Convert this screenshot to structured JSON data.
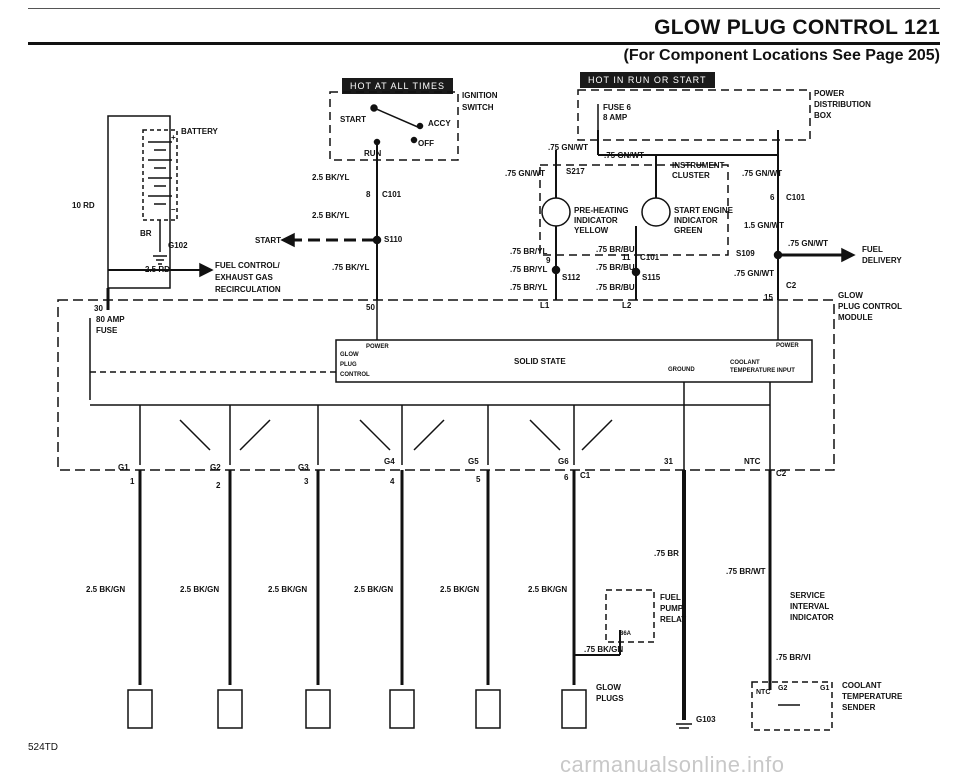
{
  "header": {
    "title": "GLOW PLUG CONTROL  121",
    "subtitle": "(For Component Locations See Page 205)"
  },
  "banners": {
    "hot_at_all_times": "HOT AT ALL TIMES",
    "hot_in_run_or_start": "HOT IN RUN OR START"
  },
  "labels": {
    "battery": "BATTERY",
    "battery_plus": "+",
    "battery_minus": "–",
    "wire_10rd": "10 RD",
    "br": "BR",
    "g102": "G102",
    "wire_25rd": "2.5 RD",
    "fuel_control_l1": "FUEL CONTROL/",
    "fuel_control_l2": "EXHAUST GAS",
    "fuel_control_l3": "RECIRCULATION",
    "ignition_l1": "IGNITION",
    "ignition_l2": "SWITCH",
    "start": "START",
    "accy": "ACCY",
    "run": "RUN",
    "off": "OFF",
    "wire_25bkyl_a": "2.5 BK/YL",
    "pin_8": "8",
    "c101_a": "C101",
    "wire_25bkyl_b": "2.5 BK/YL",
    "start_left": "START",
    "s110": "S110",
    "wire_75bkyl": ".75 BK/YL",
    "pin_50": "50",
    "fuse6": "FUSE 6",
    "amp8": "8 AMP",
    "power_dist_l1": "POWER",
    "power_dist_l2": "DISTRIBUTION",
    "power_dist_l3": "BOX",
    "wire_75gnwt_a": ".75 GN/WT",
    "wire_75gnwt_b": ".75 GN/WT",
    "wire_75gnwt_c": ".75 GN/WT",
    "s217": "S217",
    "instrument_l1": "INSTRUMENT",
    "instrument_l2": "CLUSTER",
    "wire_75gnwt_d": ".75 GN/WT",
    "pin_6": "6",
    "c101_b": "C101",
    "wire_15gnwt": "1.5 GN/WT",
    "preheat_l1": "PRE-HEATING",
    "preheat_l2": "INDICATOR",
    "preheat_l3": "YELLOW",
    "starteng_l1": "START ENGINE",
    "starteng_l2": "INDICATOR",
    "starteng_l3": "GREEN",
    "wire_75bryl_a": ".75 BR/YL",
    "wire_75brbu_a": ".75 BR/BU",
    "pin_9": "9",
    "pin_11": "11",
    "c101_c": "C101",
    "wire_75bryl_b": ".75 BR/YL",
    "wire_75brbu_b": ".75 BR/BU",
    "s112": "S112",
    "s115": "S115",
    "wire_75bryl_c": ".75 BR/YL",
    "wire_75brbu_c": ".75 BR/BU",
    "pin_l1": "L1",
    "pin_l2": "L2",
    "wire_75gnwt_e": ".75 GN/WT",
    "s109": "S109",
    "fuel_delivery_l1": "FUEL",
    "fuel_delivery_l2": "DELIVERY",
    "wire_75gnwt_f": ".75 GN/WT",
    "c2_top": "C2",
    "pin_15": "15",
    "gpcm_l1": "GLOW",
    "gpcm_l2": "PLUG CONTROL",
    "gpcm_l3": "MODULE",
    "pin_30": "30",
    "fuse80_l1": "80 AMP",
    "fuse80_l2": "FUSE",
    "glow_power": "POWER",
    "glow_l1": "GLOW",
    "glow_l2": "PLUG",
    "glow_l3": "CONTROL",
    "solid_state": "SOLID STATE",
    "ground": "GROUND",
    "power_r": "POWER",
    "coolant_in_l1": "COOLANT",
    "coolant_in_l2": "TEMPERATURE INPUT",
    "g1": "G1",
    "g2": "G2",
    "g3": "G3",
    "g4": "G4",
    "g5": "G5",
    "g6": "G6",
    "p31": "31",
    "ntc": "NTC",
    "n1": "1",
    "n2": "2",
    "n3": "3",
    "n4": "4",
    "n5": "5",
    "n6": "6",
    "c1": "C1",
    "c2_bot": "C2",
    "wire_25bkgn_1": "2.5 BK/GN",
    "wire_25bkgn_2": "2.5 BK/GN",
    "wire_25bkgn_3": "2.5 BK/GN",
    "wire_25bkgn_4": "2.5 BK/GN",
    "wire_25bkgn_5": "2.5 BK/GN",
    "wire_25bkgn_6": "2.5 BK/GN",
    "wire_75br": ".75 BR",
    "wire_75brwt": ".75 BR/WT",
    "fuel_pump_l1": "FUEL",
    "fuel_pump_l2": "PUMP",
    "fuel_pump_l3": "RELAY",
    "pin_86a": "86A",
    "wire_75bkgn": ".75 BK/GN",
    "glow_plugs_l1": "GLOW",
    "glow_plugs_l2": "PLUGS",
    "g103": "G103",
    "service_l1": "SERVICE",
    "service_l2": "INTERVAL",
    "service_l3": "INDICATOR",
    "wire_75brvi": ".75 BR/VI",
    "sender_ntc": "NTC",
    "sender_g2": "G2",
    "sender_g1": "G1",
    "sender_l1": "COOLANT",
    "sender_l2": "TEMPERATURE",
    "sender_l3": "SENDER"
  },
  "footer": {
    "code": "524TD"
  },
  "watermark": "carmanualsonline.info"
}
